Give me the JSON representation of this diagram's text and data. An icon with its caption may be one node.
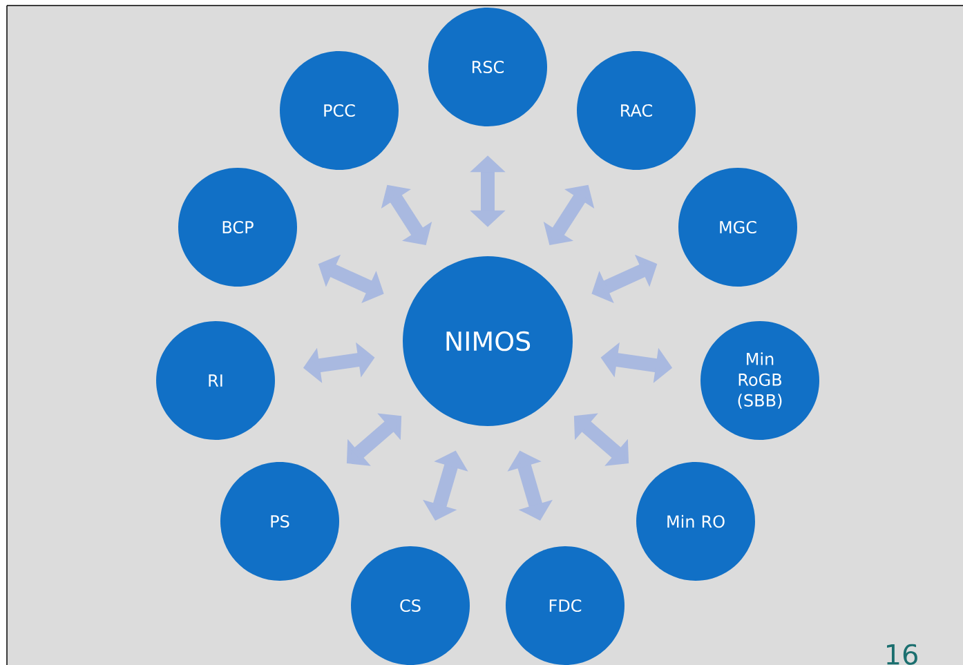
{
  "diagram": {
    "nodes": [
      {
        "text": [
          "RSC"
        ]
      },
      {
        "text": [
          "PCC"
        ]
      },
      {
        "text": [
          "RAC"
        ]
      },
      {
        "text": [
          "BCP"
        ]
      },
      {
        "text": [
          "MGC"
        ]
      },
      {
        "text": [
          "NIMOS"
        ]
      },
      {
        "text": [
          "RI"
        ]
      },
      {
        "text": [
          "Min RoGB (SBB)"
        ]
      },
      {
        "text": [
          "PS"
        ]
      },
      {
        "text": [
          "Min RO"
        ]
      },
      {
        "text": [
          "CS"
        ]
      },
      {
        "text": [
          "FDC"
        ]
      }
    ],
    "edges": [
      {
        "from": 5,
        "to": 0,
        "arrow": "both"
      },
      {
        "from": 5,
        "to": 2,
        "arrow": "both"
      },
      {
        "from": 5,
        "to": 4,
        "arrow": "both"
      },
      {
        "from": 5,
        "to": 7,
        "arrow": "both"
      },
      {
        "from": 5,
        "to": 9,
        "arrow": "both"
      },
      {
        "from": 5,
        "to": 11,
        "arrow": "both"
      },
      {
        "from": 5,
        "to": 10,
        "arrow": "both"
      },
      {
        "from": 5,
        "to": 8,
        "arrow": "both"
      },
      {
        "from": 5,
        "to": 6,
        "arrow": "both"
      },
      {
        "from": 5,
        "to": 3,
        "arrow": "both"
      },
      {
        "from": 5,
        "to": 1,
        "arrow": "both"
      }
    ],
    "labels": [
      "16"
    ]
  }
}
